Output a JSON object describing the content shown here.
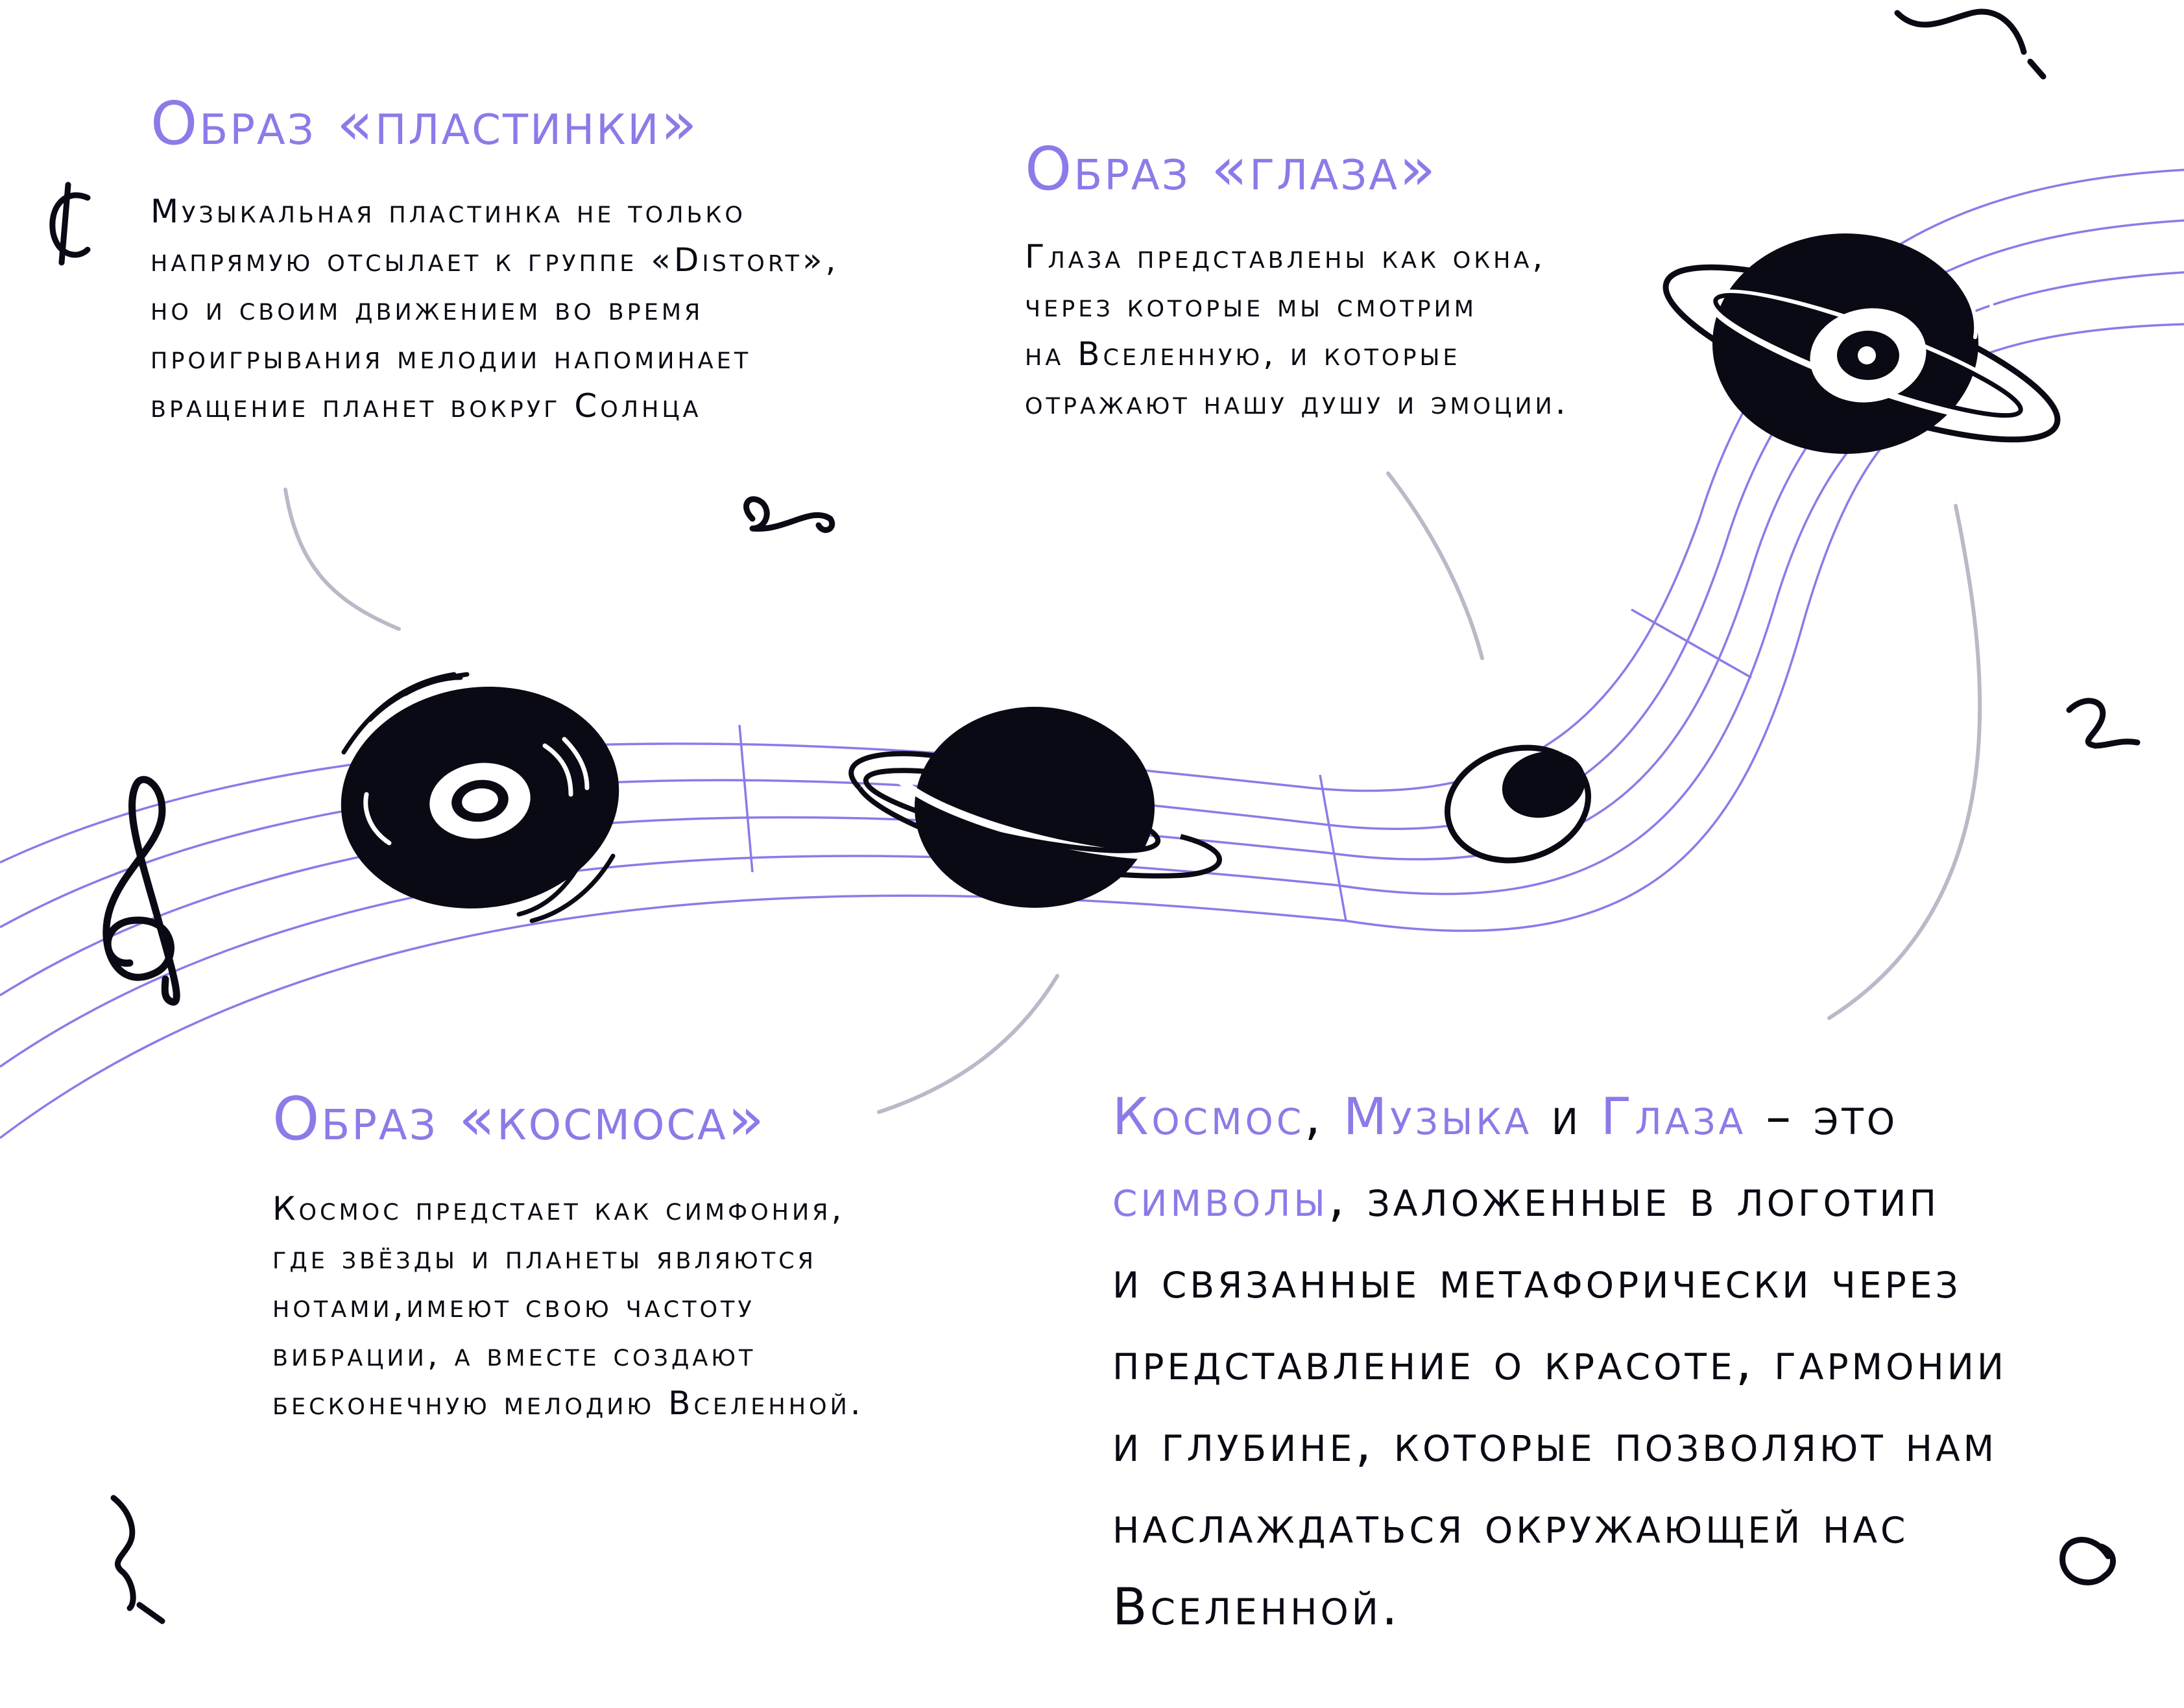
{
  "colors": {
    "accent": "#8b7be8",
    "ink": "#0a0a14",
    "connector": "#b9b9c8",
    "background": "#ffffff"
  },
  "plate": {
    "heading": "Образ «пластинки»",
    "lines": [
      "Музыкальная пластинка не только",
      "напрямую отсылает к группе «Distort»,",
      "но и своим движением во время",
      "проигрывания мелодии напоминает",
      "вращение планет вокруг Солнца"
    ]
  },
  "eye": {
    "heading": "Образ «глаза»",
    "lines": [
      "Глаза представлены как окна,",
      "через которые мы смотрим",
      "на Вселенную, и которые",
      "отражают нашу душу и эмоции."
    ]
  },
  "cosmos": {
    "heading": "Образ «космоса»",
    "lines": [
      "Космос предстает как симфония,",
      "где звёзды и планеты являются",
      "нотами,имеют свою частоту",
      "вибрации, а вместе создают",
      "бесконечную мелодию Вселенной."
    ]
  },
  "summary": {
    "word_cosmos": "Космос",
    "comma1": ", ",
    "word_music": "Музыка",
    "and": " и ",
    "word_eyes": "Глаза",
    "dash": " – это",
    "word_symbols": "символы",
    "line2_rest": ", заложенные в логотип",
    "lines": [
      "и связанные метафорически через",
      "представление о красоте, гармонии",
      "и глубине, которые позволяют нам",
      "наслаждаться окружающей нас",
      "Вселенной."
    ]
  },
  "icons": [
    "treble-clef-icon",
    "vinyl-record-icon",
    "planet-icon",
    "eye-icon",
    "eye-planet-icon",
    "cent-sign-icon",
    "heart-icon",
    "squiggle-icon"
  ]
}
